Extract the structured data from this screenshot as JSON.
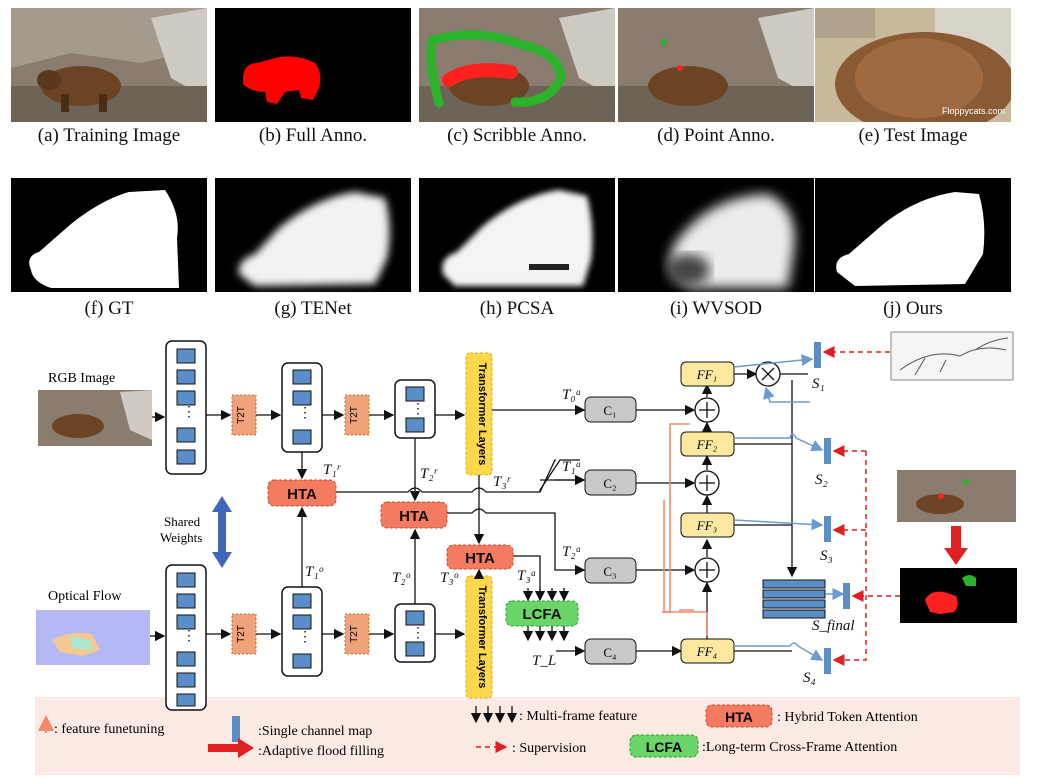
{
  "captions": {
    "a": "(a) Training Image",
    "b": "(b) Full Anno.",
    "c": "(c) Scribble Anno.",
    "d": "(d) Point Anno.",
    "e": "(e) Test Image",
    "f": "(f) GT",
    "g": "(g) TENet",
    "h": "(h) PCSA",
    "i": "(i) WVSOD",
    "j": "(j) Ours"
  },
  "watermark": "Floppycats.com",
  "diagram": {
    "rgb_image_label": "RGB Image",
    "optical_flow_label": "Optical Flow",
    "shared_weights_label": "Shared\nWeights",
    "t2t_label": "T2T",
    "hta_label": "HTA",
    "lcfa_label": "LCFA",
    "transformer_label": "Transformer Layers",
    "token_labels": {
      "t1r": "T₁ʳ",
      "t2r": "T₂ʳ",
      "t3r": "T₃ʳ",
      "t1o": "T₁ᵒ",
      "t2o": "T₂ᵒ",
      "t3o": "T₃ᵒ",
      "t0a": "T₀ᵃ",
      "t1a": "T₁ᵃ",
      "t2a": "T₂ᵃ",
      "t3a": "T₃ᵃ",
      "tl": "T_L"
    },
    "conv_labels": [
      "C₁",
      "C₂",
      "C₃",
      "C₄"
    ],
    "ff_labels": [
      "FF₁",
      "FF₂",
      "FF₃",
      "FF₄"
    ],
    "s_labels": [
      "S₁",
      "S₂",
      "S₃",
      "S₄",
      "S_final"
    ]
  },
  "legend": {
    "feature_finetuning": ": feature funetuning",
    "single_channel": ":Single channel map",
    "flood_filling": ":Adaptive flood filling",
    "multi_frame": ": Multi-frame feature",
    "hta_desc": ": Hybrid Token Attention",
    "supervision": ": Supervision",
    "lcfa_desc": ":Long-term Cross-Frame Attention",
    "hta": "HTA",
    "lcfa": "LCFA"
  },
  "colors": {
    "hta_fill": "#f47a60",
    "t2t_fill": "#f0a27a",
    "lcfa_fill": "#6ad66a",
    "transformer_fill": "#ffd84a",
    "ff_fill": "#fde8a0",
    "conv_fill": "#c8c8c8",
    "token_fill": "#5b8ec8",
    "supervision": "#e02020",
    "legend_bg": "#fbe9e4"
  }
}
